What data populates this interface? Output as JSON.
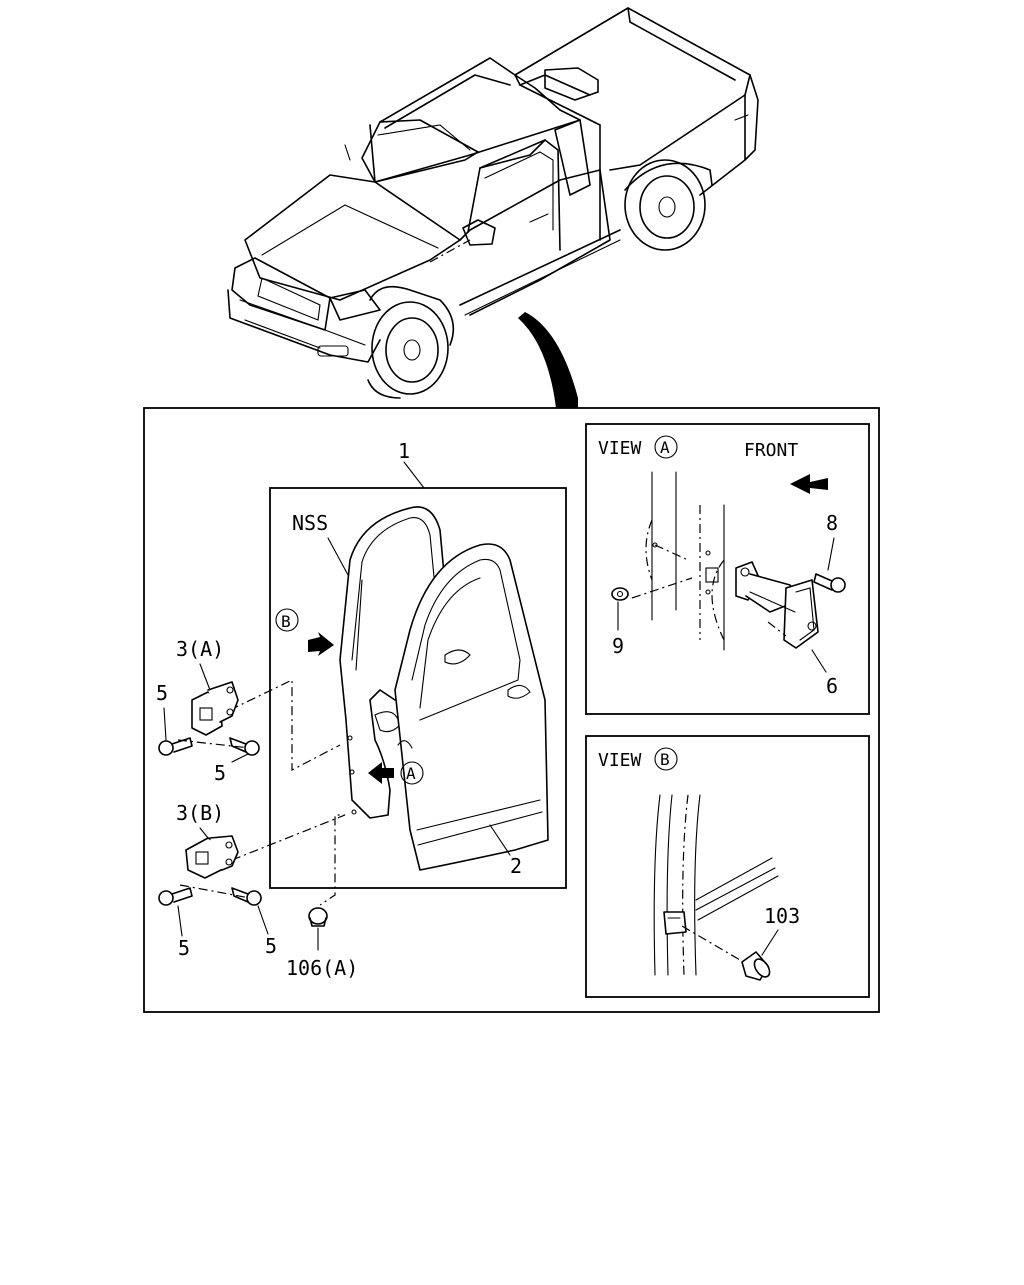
{
  "callouts": {
    "door_assembly": "1",
    "door_panel": "2",
    "upper_hinge": "3(A)",
    "lower_hinge": "3(B)",
    "bolt_1": "5",
    "bolt_2": "5",
    "bolt_3": "5",
    "bolt_4": "5",
    "plug": "106(A)",
    "side": "NSS",
    "view_marker_a": "A",
    "view_marker_b": "B"
  },
  "view_a": {
    "label": "VIEW",
    "letter": "A",
    "front_label": "FRONT",
    "parts": {
      "bolt": "8",
      "nut": "9",
      "checker": "6"
    }
  },
  "view_b": {
    "label": "VIEW",
    "letter": "B",
    "parts": {
      "bumper": "103"
    }
  }
}
